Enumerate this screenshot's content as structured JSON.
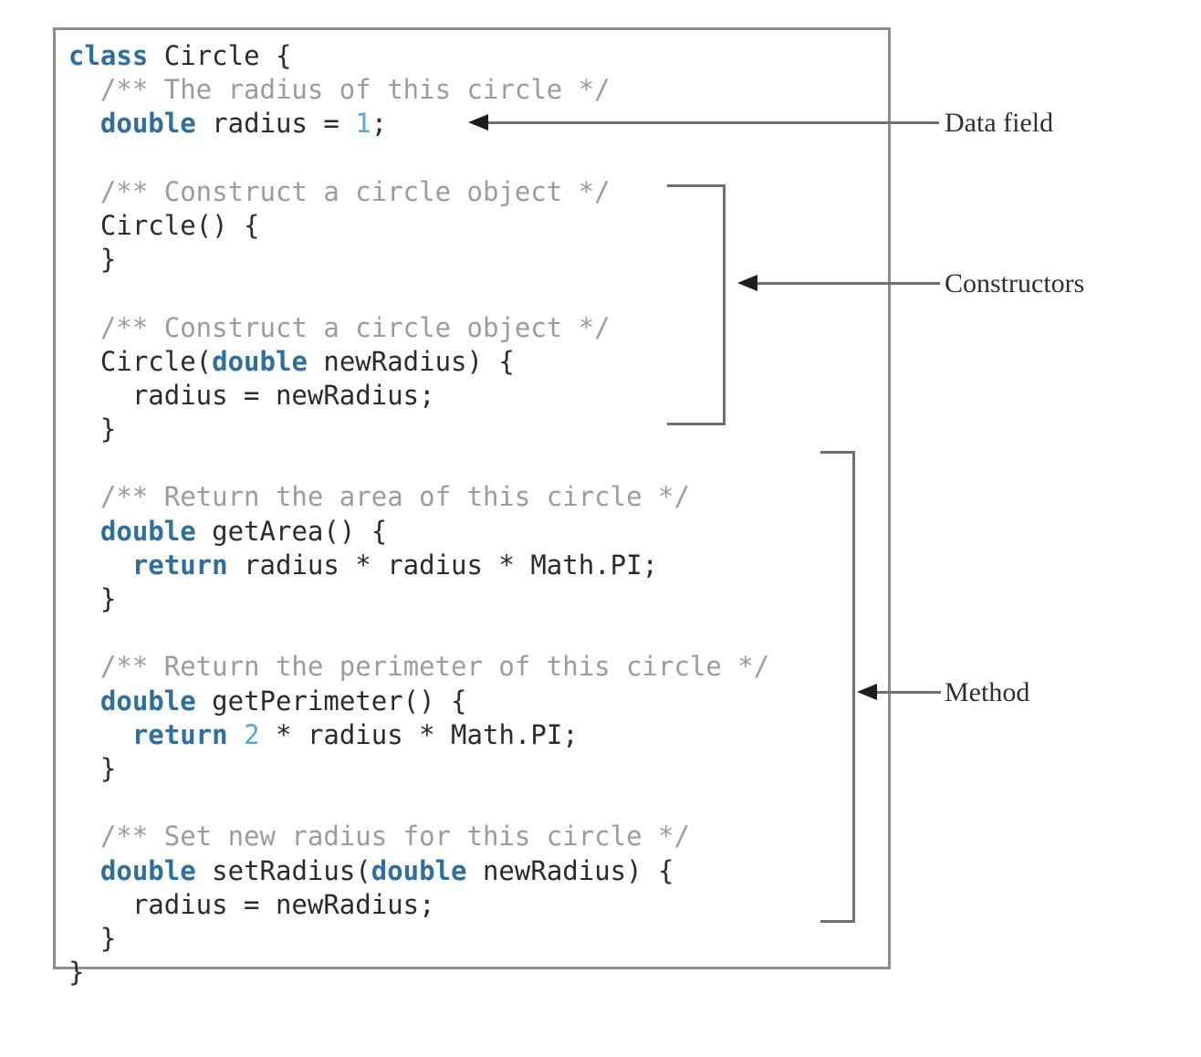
{
  "figure": {
    "kind": "java-class-diagram",
    "colors": {
      "keyword": "#2e6f9e",
      "number": "#52a8df",
      "comment": "#9c9c9c",
      "code_text": "#2b2b2b",
      "box_border": "#8d8d8d",
      "annotation_line": "#6f6f6f",
      "annotation_text": "#312f30"
    }
  },
  "code": {
    "language": "java",
    "lines": [
      {
        "id": "l01",
        "text": "class Circle {",
        "tokens": [
          {
            "t": "class",
            "k": "kw"
          },
          {
            "t": " Circle {",
            "k": "plain"
          }
        ]
      },
      {
        "id": "l02",
        "text": "  /** The radius of this circle */",
        "tokens": [
          {
            "t": "  /** The radius of this circle */",
            "k": "cmt"
          }
        ]
      },
      {
        "id": "l03",
        "text": "  double radius = 1;",
        "tokens": [
          {
            "t": "  ",
            "k": "plain"
          },
          {
            "t": "double",
            "k": "kw"
          },
          {
            "t": " radius = ",
            "k": "plain"
          },
          {
            "t": "1",
            "k": "num"
          },
          {
            "t": ";",
            "k": "plain"
          }
        ]
      },
      {
        "id": "l04",
        "text": "",
        "tokens": []
      },
      {
        "id": "l05",
        "text": "  /** Construct a circle object */",
        "tokens": [
          {
            "t": "  /** Construct a circle object */",
            "k": "cmt"
          }
        ]
      },
      {
        "id": "l06",
        "text": "  Circle() {",
        "tokens": [
          {
            "t": "  Circle() {",
            "k": "plain"
          }
        ]
      },
      {
        "id": "l07",
        "text": "  }",
        "tokens": [
          {
            "t": "  }",
            "k": "plain"
          }
        ]
      },
      {
        "id": "l08",
        "text": "",
        "tokens": []
      },
      {
        "id": "l09",
        "text": "  /** Construct a circle object */",
        "tokens": [
          {
            "t": "  /** Construct a circle object */",
            "k": "cmt"
          }
        ]
      },
      {
        "id": "l10",
        "text": "  Circle(double newRadius) {",
        "tokens": [
          {
            "t": "  Circle(",
            "k": "plain"
          },
          {
            "t": "double",
            "k": "kw"
          },
          {
            "t": " newRadius) {",
            "k": "plain"
          }
        ]
      },
      {
        "id": "l11",
        "text": "    radius = newRadius;",
        "tokens": [
          {
            "t": "    radius = newRadius;",
            "k": "plain"
          }
        ]
      },
      {
        "id": "l12",
        "text": "  }",
        "tokens": [
          {
            "t": "  }",
            "k": "plain"
          }
        ]
      },
      {
        "id": "l13",
        "text": "",
        "tokens": []
      },
      {
        "id": "l14",
        "text": "  /** Return the area of this circle */",
        "tokens": [
          {
            "t": "  /** Return the area of this circle */",
            "k": "cmt"
          }
        ]
      },
      {
        "id": "l15",
        "text": "  double getArea() {",
        "tokens": [
          {
            "t": "  ",
            "k": "plain"
          },
          {
            "t": "double",
            "k": "kw"
          },
          {
            "t": " getArea() {",
            "k": "plain"
          }
        ]
      },
      {
        "id": "l16",
        "text": "    return radius * radius * Math.PI;",
        "tokens": [
          {
            "t": "    ",
            "k": "plain"
          },
          {
            "t": "return",
            "k": "kw"
          },
          {
            "t": " radius * radius * Math.PI;",
            "k": "plain"
          }
        ]
      },
      {
        "id": "l17",
        "text": "  }",
        "tokens": [
          {
            "t": "  }",
            "k": "plain"
          }
        ]
      },
      {
        "id": "l18",
        "text": "",
        "tokens": []
      },
      {
        "id": "l19",
        "text": "  /** Return the perimeter of this circle */",
        "tokens": [
          {
            "t": "  /** Return the perimeter of this circle */",
            "k": "cmt"
          }
        ]
      },
      {
        "id": "l20",
        "text": "  double getPerimeter() {",
        "tokens": [
          {
            "t": "  ",
            "k": "plain"
          },
          {
            "t": "double",
            "k": "kw"
          },
          {
            "t": " getPerimeter() {",
            "k": "plain"
          }
        ]
      },
      {
        "id": "l21",
        "text": "    return 2 * radius * Math.PI;",
        "tokens": [
          {
            "t": "    ",
            "k": "plain"
          },
          {
            "t": "return",
            "k": "kw"
          },
          {
            "t": " ",
            "k": "plain"
          },
          {
            "t": "2",
            "k": "num"
          },
          {
            "t": " * radius * Math.PI;",
            "k": "plain"
          }
        ]
      },
      {
        "id": "l22",
        "text": "  }",
        "tokens": [
          {
            "t": "  }",
            "k": "plain"
          }
        ]
      },
      {
        "id": "l23",
        "text": "",
        "tokens": []
      },
      {
        "id": "l24",
        "text": "  /** Set new radius for this circle */",
        "tokens": [
          {
            "t": "  /** Set new radius for this circle */",
            "k": "cmt"
          }
        ]
      },
      {
        "id": "l25",
        "text": "  double setRadius(double newRadius) {",
        "tokens": [
          {
            "t": "  ",
            "k": "plain"
          },
          {
            "t": "double",
            "k": "kw"
          },
          {
            "t": " setRadius(",
            "k": "plain"
          },
          {
            "t": "double",
            "k": "kw"
          },
          {
            "t": " newRadius) {",
            "k": "plain"
          }
        ]
      },
      {
        "id": "l26",
        "text": "    radius = newRadius;",
        "tokens": [
          {
            "t": "    radius = newRadius;",
            "k": "plain"
          }
        ]
      },
      {
        "id": "l27",
        "text": "  }",
        "tokens": [
          {
            "t": "  }",
            "k": "plain"
          }
        ]
      },
      {
        "id": "l28",
        "text": "}",
        "tokens": [
          {
            "t": "}",
            "k": "plain"
          }
        ]
      }
    ]
  },
  "annotations": [
    {
      "id": "data-field",
      "label": "Data field",
      "target_lines": [
        "l03"
      ]
    },
    {
      "id": "constructors",
      "label": "Constructors",
      "target_lines": [
        "l05",
        "l06",
        "l07",
        "l09",
        "l10",
        "l11",
        "l12"
      ]
    },
    {
      "id": "method",
      "label": "Method",
      "target_lines": [
        "l14",
        "l15",
        "l16",
        "l17",
        "l19",
        "l20",
        "l21",
        "l22",
        "l24",
        "l25",
        "l26",
        "l27"
      ]
    }
  ]
}
